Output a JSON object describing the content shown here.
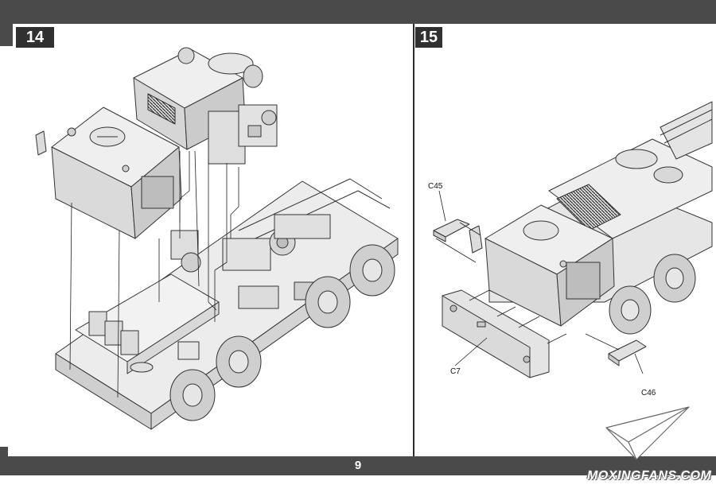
{
  "steps": [
    {
      "number": "14"
    },
    {
      "number": "15"
    }
  ],
  "parts": {
    "c45": "C45",
    "c7": "C7",
    "c46": "C46"
  },
  "page_number": "9",
  "watermark": "MOXINGFANS.COM",
  "colors": {
    "bar": "#4a4a4a",
    "badge": "#303030",
    "line": "#333333",
    "fill": "#e6e6e6"
  },
  "icons": {
    "logo": "paper-plane-icon"
  }
}
